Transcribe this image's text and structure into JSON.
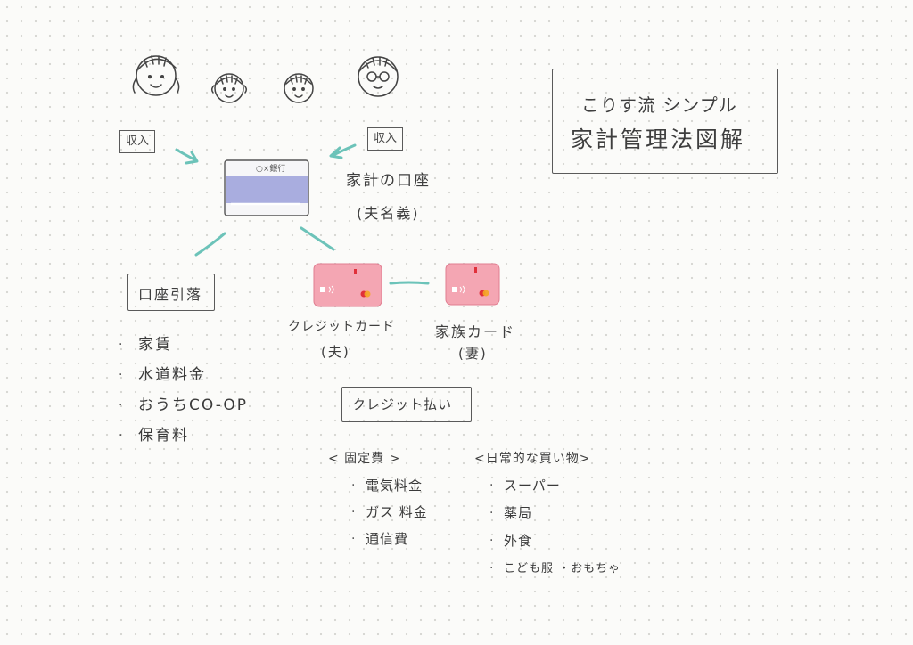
{
  "title": {
    "line1": "こりす流 シンプル",
    "line2": "家計管理法図解"
  },
  "income_left": "収入",
  "income_right": "収入",
  "bank": {
    "card_label": "○×銀行",
    "label": "家計の口座",
    "sublabel": "(夫名義)"
  },
  "direct_debit": {
    "label": "口座引落",
    "items": [
      "家賃",
      "水道料金",
      "おうちCO-OP",
      "保育料"
    ]
  },
  "credit_card_husband": {
    "label": "クレジットカード",
    "sublabel": "(夫)"
  },
  "family_card": {
    "label": "家族カード",
    "sublabel": "(妻)"
  },
  "credit_payment": {
    "label": "クレジット払い",
    "fixed": {
      "heading": "< 固定費 >",
      "items": [
        "電気料金",
        "ガス 料金",
        "通信費"
      ]
    },
    "shopping": {
      "heading": "<日常的な買い物>",
      "items": [
        "スーパー",
        "薬局",
        "外食",
        "こども服 ・おもちゃ"
      ]
    }
  },
  "colors": {
    "arrow": "#6cc3b9",
    "bank_card": "#a9addf",
    "credit_card": "#f4a6b3",
    "ink": "#3e3e3e"
  }
}
